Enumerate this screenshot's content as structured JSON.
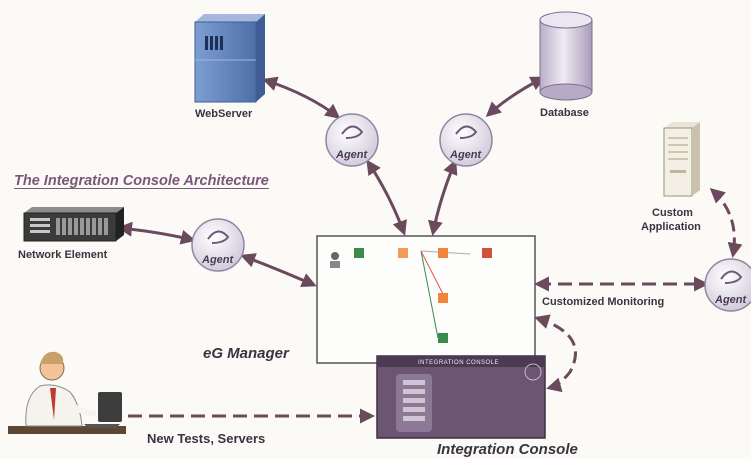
{
  "diagram": {
    "title": "The Integration Console Architecture",
    "nodes": {
      "webserver": "WebServer",
      "database": "Database",
      "network_element": "Network Element",
      "custom_application": [
        "Custom",
        "Application"
      ],
      "eg_manager": "eG Manager",
      "integration_console": "Integration Console",
      "console_window_title": "INTEGRATION CONSOLE"
    },
    "agent_label": "Agent",
    "edges": {
      "customized_monitoring": "Customized Monitoring",
      "new_tests": "New Tests, Servers"
    },
    "colors": {
      "arrow": "#6b4a5e",
      "agent_fill": "#e2dde9",
      "console_fill": "#6b5570",
      "server_blue": "#6f90c7",
      "database_fill": "#d8d2e2"
    }
  }
}
